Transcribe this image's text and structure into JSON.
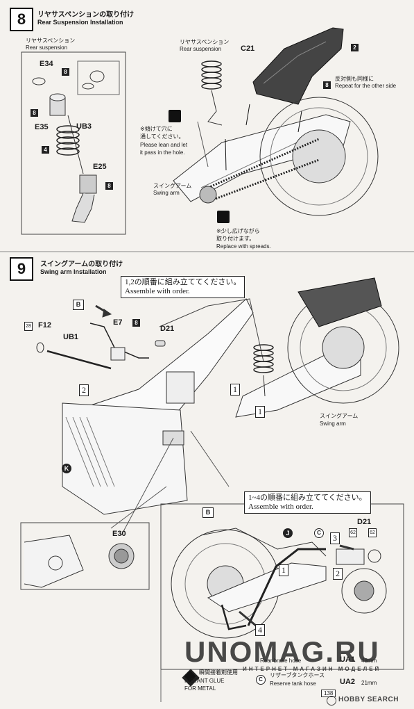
{
  "step8": {
    "number": "8",
    "title_jp": "リヤサスペンションの取り付け",
    "title_en": "Rear Suspension Installation",
    "inset": {
      "label_jp": "リヤサスペンション",
      "label_en": "Rear suspension",
      "parts": [
        "E34",
        "E35",
        "UB3",
        "E25"
      ],
      "part_boxes": [
        "8",
        "8",
        "4",
        "8"
      ]
    },
    "main": {
      "label_jp": "リヤサスペンション",
      "label_en": "Rear suspension",
      "part_c21": "C21",
      "box_2": "2",
      "box_8": "8",
      "repeat_jp": "反対側も同様に",
      "repeat_en": "Repeat for the other side",
      "lean_jp_1": "※傾けて穴に",
      "lean_jp_2": "通してください。",
      "lean_en_1": "Please lean and let",
      "lean_en_2": "it pass in the hole.",
      "swing_jp": "スイングアーム",
      "swing_en": "Swing arm",
      "spread_jp_1": "※少し広げながら",
      "spread_jp_2": "取り付けます。",
      "spread_en": "Replace with spreads."
    }
  },
  "step9": {
    "number": "9",
    "title_jp": "スイングアームの取り付け",
    "title_en": "Swing arm Installation",
    "note1_jp": "1,2の順番に組み立ててください。",
    "note1_en": "Assemble with order.",
    "ref_b": "B",
    "parts": {
      "box_28": "28",
      "f12": "F12",
      "e7": "E7",
      "e7_box": "8",
      "d21": "D21",
      "ub1": "UB1",
      "seq1": "1",
      "seq2": "2",
      "seq1b": "1",
      "k": "K",
      "e30": "E30"
    },
    "swing_jp": "スイングアーム",
    "swing_en": "Swing arm",
    "detail_b": {
      "label": "B",
      "note_jp": "1~4の順番に組み立ててください。",
      "note_en": "Assemble with order.",
      "d21": "D21",
      "box_62a": "62",
      "box_62b": "62",
      "j": "J",
      "c": "C",
      "seq1": "1",
      "seq2": "2",
      "seq3": "3",
      "seq4": "4"
    },
    "legend": {
      "glue_jp": "瞬間接着剤使用",
      "glue_en_1": "INSTANT GLUE",
      "glue_en_2": "FOR METAL",
      "brake_en": "Rear brake hose",
      "ua1": "UA1",
      "ua1_len": "48mm",
      "c": "C",
      "reserve_jp": "リザーブタンクホース",
      "reserve_en": "Reserve tank hose",
      "ua2": "UA2",
      "ua2_len": "21mm",
      "page_num": "138"
    }
  },
  "watermark": {
    "main": "UNOMAG.RU",
    "sub": "ИНТЕРНЕТ-МАГАЗИН МОДЕЛЕЙ",
    "hobby": "HOBBY SEARCH"
  }
}
